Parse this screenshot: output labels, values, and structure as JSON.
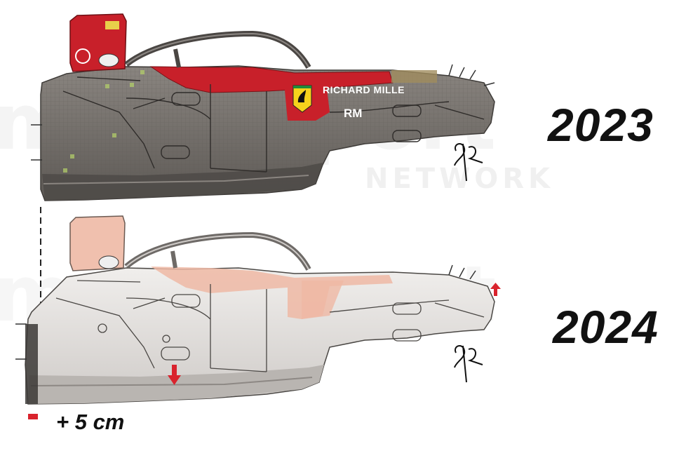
{
  "labels": {
    "top_year": "2023",
    "bottom_year": "2024",
    "height_change": "+ 5 cm"
  },
  "livery_text": {
    "sponsor": "RICHARD MILLE",
    "sponsor_logo": "RM"
  },
  "watermark": {
    "brand": "motorsport",
    "sub": "NETWORK"
  },
  "colors": {
    "ferrari_red": "#c8202a",
    "chassis_grey": "#6f6a66",
    "chassis_light": "#e6e3e1",
    "changed_area": "#efb8a4",
    "arrow_red": "#d9232d"
  },
  "icons": [
    "ferrari-prancing-horse-icon",
    "up-arrow-icon",
    "down-arrow-icon",
    "artist-signature-icon"
  ]
}
